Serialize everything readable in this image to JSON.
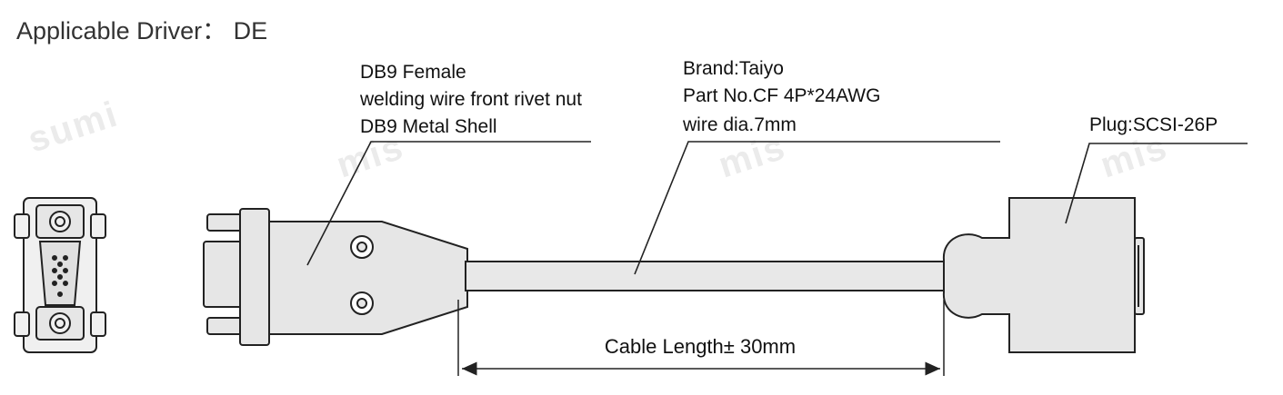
{
  "title": "Applicable Driver： DE",
  "left_connector": {
    "line1": "DB9 Female",
    "line2": "welding wire front rivet nut",
    "line3": "DB9 Metal Shell"
  },
  "cable": {
    "line1": "Brand:Taiyo",
    "line2": "Part No.CF 4P*24AWG",
    "line3": "wire dia.7mm"
  },
  "right_connector": {
    "line1": "Plug:SCSI-26P"
  },
  "dimension": {
    "label": "Cable Length± 30mm"
  },
  "watermark": {
    "text_a": "sumi",
    "text_b": "mis"
  },
  "colors": {
    "stroke": "#222222",
    "connector_fill": "#e6e6e6",
    "cable_fill": "#e8e8e8",
    "face_fill": "#f0f0f0"
  }
}
